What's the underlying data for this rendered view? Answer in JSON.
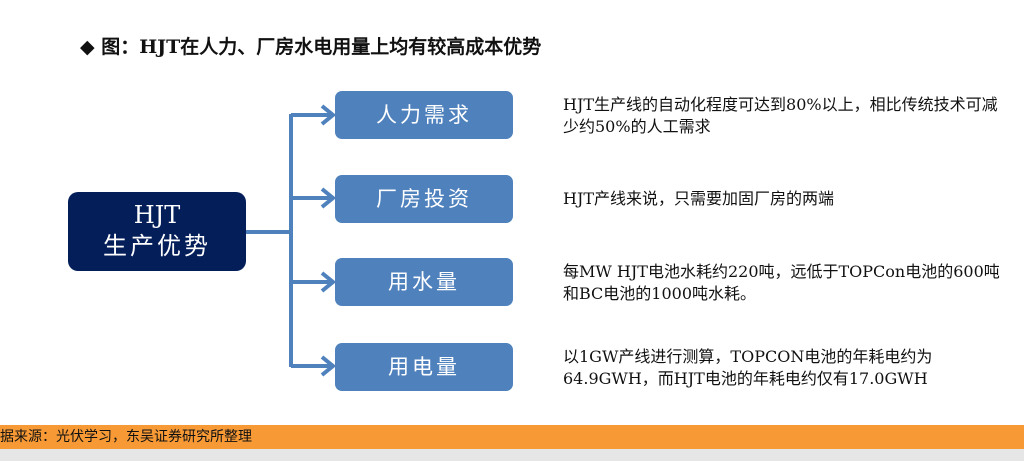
{
  "title": "◆ 图：HJT在人力、厂房水电用量上均有较高成本优势",
  "main": {
    "line1": "HJT",
    "line2": "生产优势"
  },
  "items": [
    {
      "label": "人力需求",
      "desc": "HJT生产线的自动化程度可达到80%以上，相比传统技术可减少约50%的人工需求"
    },
    {
      "label": "厂房投资",
      "desc": "HJT产线来说，只需要加固厂房的两端"
    },
    {
      "label": "用水量",
      "desc": "每MW HJT电池水耗约220吨，远低于TOPCon电池的600吨和BC电池的1000吨水耗。"
    },
    {
      "label": "用电量",
      "desc": "以1GW产线进行测算，TOPCON电池的年耗电约为64.9GWH，而HJT电池的年耗电约仅有17.0GWH"
    }
  ],
  "source": "据来源：光伏学习，东吴证券研究所整理"
}
